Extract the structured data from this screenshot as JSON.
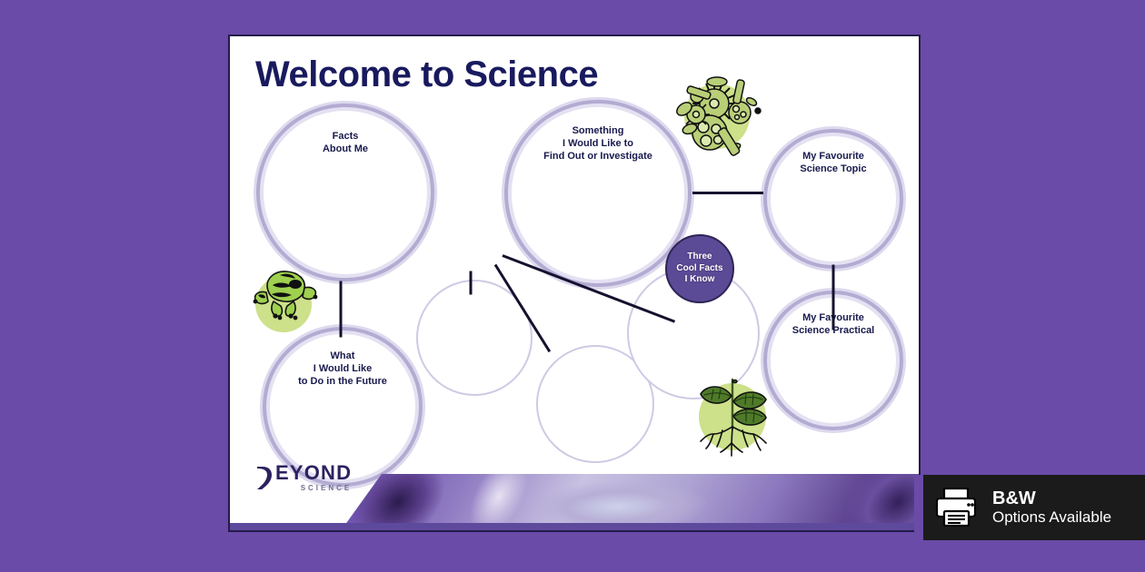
{
  "page": {
    "background_color": "#6a4ba8",
    "card_color": "#ffffff",
    "accent_purple": "#5b4a96",
    "ring_color": "#b4abd2",
    "title_color": "#191a5e",
    "green_accent": "#cde08a"
  },
  "worksheet": {
    "title": "Welcome to Science",
    "bubbles": [
      {
        "id": "facts-about-me",
        "label": "Facts\nAbout Me"
      },
      {
        "id": "something-investigate",
        "label": "Something\nI Would Like to\nFind Out or Investigate"
      },
      {
        "id": "favourite-topic",
        "label": "My Favourite\nScience Topic"
      },
      {
        "id": "favourite-practical",
        "label": "My Favourite\nScience Practical"
      },
      {
        "id": "future",
        "label": "What\nI Would Like\nto Do in the Future"
      }
    ],
    "central_node": {
      "id": "three-cool-facts",
      "label": "Three\nCool Facts\nI Know"
    },
    "blank_bubbles": [
      {
        "id": "blank-fact-1"
      },
      {
        "id": "blank-fact-2"
      },
      {
        "id": "blank-fact-3"
      }
    ],
    "illustrations": [
      {
        "id": "frog",
        "name": "poison-dart-frog-illustration"
      },
      {
        "id": "microbes",
        "name": "microbe-cluster-illustration"
      },
      {
        "id": "plant",
        "name": "seedling-with-roots-illustration"
      }
    ]
  },
  "logo": {
    "main": "EYOND",
    "sub": "SCIENCE"
  },
  "badge": {
    "title": "B&W",
    "subtitle": "Options Available",
    "icon": "printer-icon"
  }
}
